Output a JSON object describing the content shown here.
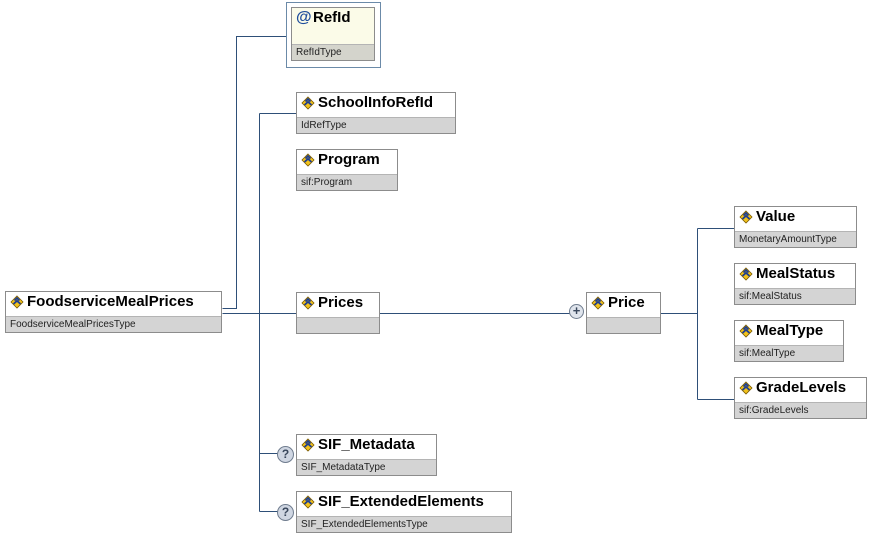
{
  "root": {
    "name": "FoodserviceMealPrices",
    "type": "FoodserviceMealPricesType"
  },
  "attribute": {
    "name": "RefId",
    "type": "RefIdType",
    "icon": "at-sign-icon"
  },
  "children": {
    "school_info_ref_id": {
      "name": "SchoolInfoRefId",
      "type": "IdRefType"
    },
    "program": {
      "name": "Program",
      "type": "sif:Program"
    },
    "prices": {
      "name": "Prices",
      "type": ""
    },
    "sif_metadata": {
      "name": "SIF_Metadata",
      "type": "SIF_MetadataType",
      "optional_marker": "?"
    },
    "sif_extended_elements": {
      "name": "SIF_ExtendedElements",
      "type": "SIF_ExtendedElementsType",
      "optional_marker": "?"
    }
  },
  "price": {
    "name": "Price",
    "type": "",
    "repeat_marker": "+"
  },
  "price_children": {
    "value": {
      "name": "Value",
      "type": "MonetaryAmountType"
    },
    "meal_status": {
      "name": "MealStatus",
      "type": "sif:MealStatus"
    },
    "meal_type": {
      "name": "MealType",
      "type": "sif:MealType"
    },
    "grade_levels": {
      "name": "GradeLevels",
      "type": "sif:GradeLevels"
    }
  },
  "colors": {
    "connector": "#2e4f78",
    "type_band": "#d4d4d4",
    "node_border": "#8c8c8c",
    "attr_border": "#6b8aa8",
    "attr_fill": "#fbfbe8"
  }
}
